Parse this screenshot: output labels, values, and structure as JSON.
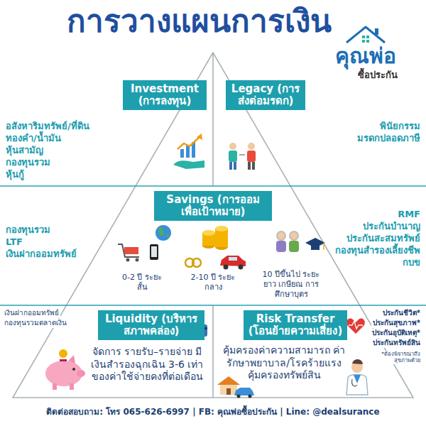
{
  "diagram": {
    "title": "การวางแผนการเงิน",
    "nodes": [
      {
        "text": [
          "Investment (การลงทุน)"
        ]
      },
      {
        "text": [
          "Legacy (การส่งต่อมรดก)"
        ]
      },
      {
        "text": [
          "Savings (การออมเพื่อเป้าหมาย)"
        ]
      },
      {
        "text": [
          "Liquidity (บริหารสภาพคล่อง)"
        ]
      },
      {
        "text": [
          "Risk Transfer (โอนย้ายความเสี่ยง)"
        ]
      }
    ],
    "labels": [
      "อสังหาริมทรัพย์/ที่ดิน",
      "ทองคำ/น้ำมัน",
      "หุ้นสามัญ",
      "กองทุนรวม",
      "หุ้นกู้",
      "พินัยกรรม",
      "มรดกปลอดภาษี",
      "กองทุนรวม",
      "LTF",
      "เงินฝากออมทรัพย์",
      "RMF",
      "ประกันบำนาญ",
      "ประกันสะสมทรัพย์",
      "กองทุนสำรองเลี้ยงชีพ",
      "กบข",
      "0-2 ปี ระยะสั้น",
      "2-10 ปี ระยะกลาง",
      "10 ปีขึ้นไป ระยะยาว เกษียณ การศึกษาบุตร",
      "เงินฝากออมทรัพย์",
      "กองทุนรวมตลาดเงิน",
      "ประกันชีวิต*",
      "ประกันสุขภาพ*",
      "ประกันอุบัติเหตุ*",
      "ประกันทรัพย์สิน",
      "*ต้องพิจารณาถึงสุขภาพด้วย",
      "จัดการ รายรับ–รายจ่าย มีเงินสำรองฉุกเฉิน 3-6 เท่า ของค่าใช้จ่ายคงที่ต่อเดือน",
      "คุ้มครองค่าความสามารถ ค่ารักษาพยาบาล/โรคร้ายแรง คุ้มครองทรัพย์สิน",
      "คุณพ่อ",
      "ซื้อประกัน",
      "ติดต่อสอบถาม: โทร 065-626-6997 | FB: คุณพ่อซื้อประกัน | Line: @dealsurance"
    ]
  }
}
